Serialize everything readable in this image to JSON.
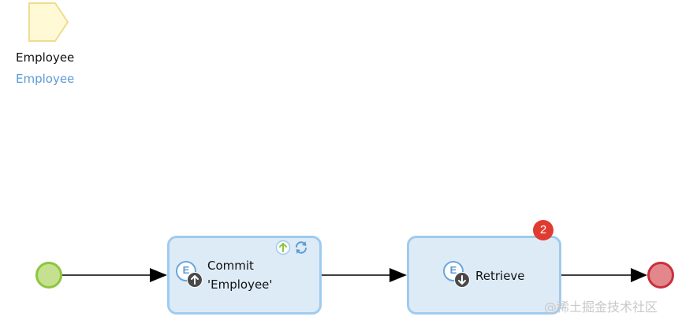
{
  "parameter": {
    "name": "Employee",
    "type": "Employee"
  },
  "activities": [
    {
      "id": "commit",
      "label_line1": "Commit",
      "label_line2": "'Employee'",
      "entity_letter": "E"
    },
    {
      "id": "retrieve",
      "label": "Retrieve",
      "entity_letter": "E",
      "error_count": "2"
    }
  ],
  "colors": {
    "activity_fill": "#ddebf7",
    "activity_border": "#9fcbee",
    "start_fill": "#c5e18f",
    "start_border": "#8cc63f",
    "end_fill": "#e4878d",
    "end_border": "#c8303c",
    "parameter_fill": "#fff9d6",
    "parameter_border": "#f0dc8c",
    "error_badge": "#e03b30",
    "type_text": "#5b9bd5"
  },
  "icons": {
    "commit_badge": "arrow-up-icon",
    "retrieve_badge": "arrow-down-icon",
    "commit_events": "arrow-up-circle-icon",
    "commit_refresh": "refresh-icon"
  },
  "watermark": "@稀土掘金技术社区"
}
